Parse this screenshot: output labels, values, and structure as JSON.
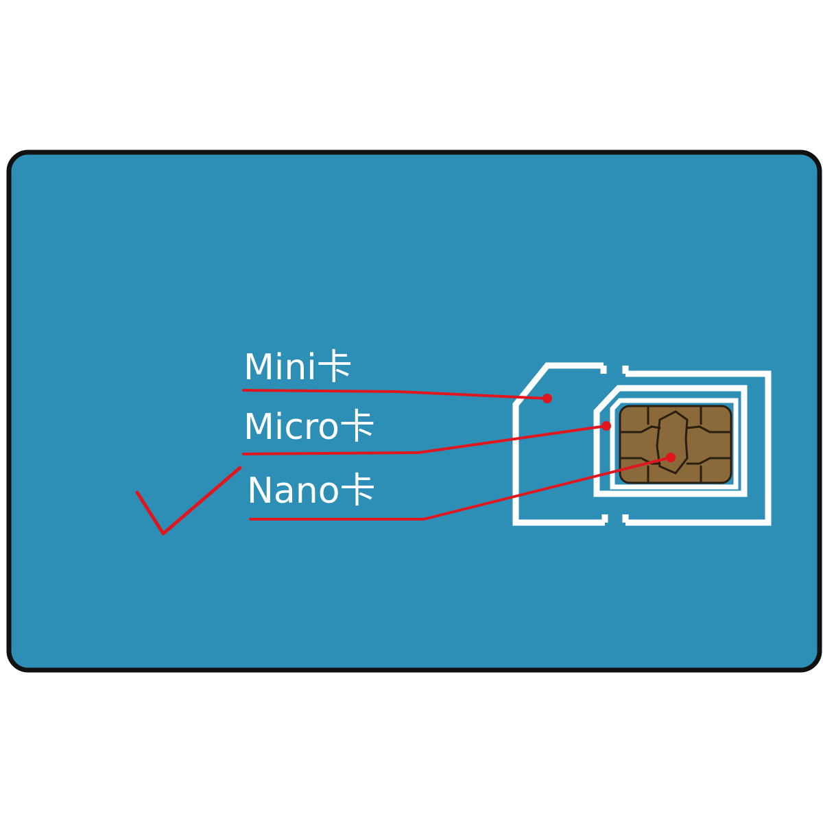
{
  "labels": {
    "mini": "Mini卡",
    "micro": "Micro卡",
    "nano": "Nano卡"
  },
  "colors": {
    "card_fill": "#2d8fb6",
    "card_border": "#111111",
    "outline": "#ffffff",
    "pointer": "#e0161e",
    "chip": "#8a6a3a",
    "chip_lines": "#2a1e10"
  },
  "selected_option": "nano",
  "icons": {
    "selection_mark": "checkmark-icon",
    "sim_chip": "sim-chip-icon"
  }
}
